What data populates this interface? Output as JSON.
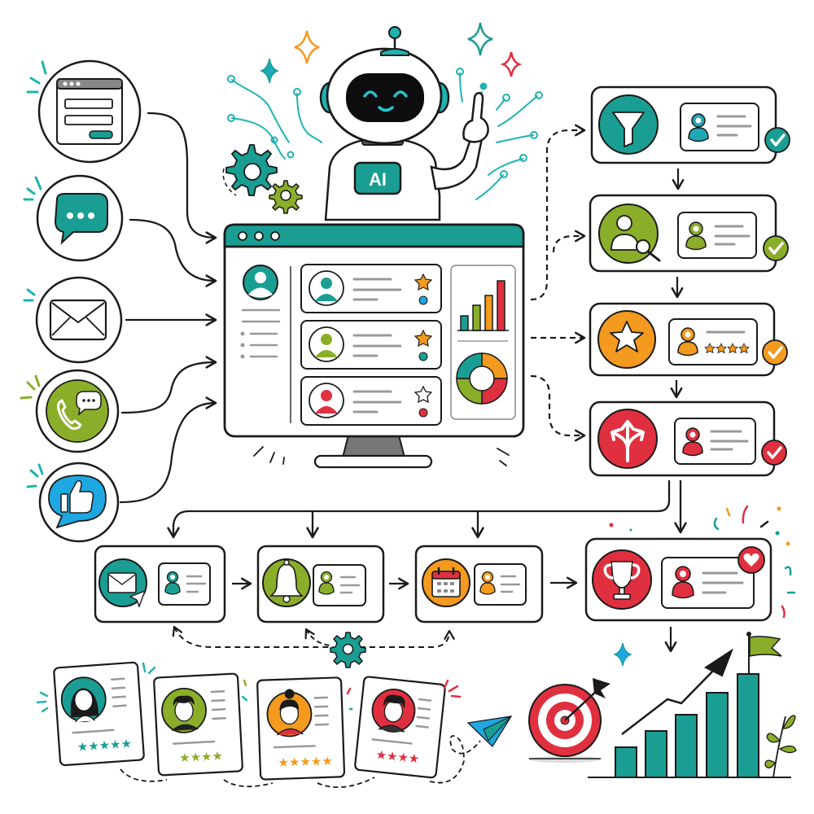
{
  "colors": {
    "teal": "#1a9e93",
    "green": "#8aae2a",
    "orange": "#f39a1f",
    "red": "#e0303f",
    "blue": "#1ea7e0",
    "ink": "#1a1a1a",
    "gray": "#9a9a9a"
  },
  "robot": {
    "badge_text": "AI",
    "icon": "robot-icon"
  },
  "lead_sources": [
    {
      "name": "web-form",
      "icon": "web-form-icon"
    },
    {
      "name": "live-chat",
      "icon": "chat-bubble-icon"
    },
    {
      "name": "email",
      "icon": "envelope-icon"
    },
    {
      "name": "phone-call",
      "icon": "phone-chat-icon"
    },
    {
      "name": "social-media",
      "icon": "thumbs-up-icon"
    }
  ],
  "dashboard": {
    "window_dots": 3,
    "lead_rows": [
      {
        "avatar_color": "teal",
        "star": "filled",
        "status_dot": "blue"
      },
      {
        "avatar_color": "green",
        "star": "filled",
        "status_dot": "teal"
      },
      {
        "avatar_color": "red",
        "star": "empty",
        "status_dot": "red"
      }
    ],
    "bar_chart": [
      {
        "color": "teal",
        "value": 1
      },
      {
        "color": "green",
        "value": 2
      },
      {
        "color": "orange",
        "value": 3
      },
      {
        "color": "red",
        "value": 4
      }
    ],
    "donut_segments": [
      "teal",
      "orange",
      "red",
      "green"
    ]
  },
  "pipeline_steps": [
    {
      "step": "filter",
      "icon": "funnel-icon",
      "color": "teal",
      "status": "check"
    },
    {
      "step": "research",
      "icon": "person-search-icon",
      "color": "green",
      "status": "check"
    },
    {
      "step": "score",
      "icon": "star-icon",
      "color": "orange",
      "status": "check",
      "rating": 4
    },
    {
      "step": "route",
      "icon": "split-arrows-icon",
      "color": "red",
      "status": "check"
    }
  ],
  "nurture_steps": [
    {
      "step": "email-outreach",
      "icon": "envelope-send-icon",
      "color": "teal"
    },
    {
      "step": "notification",
      "icon": "bell-icon",
      "color": "green"
    },
    {
      "step": "schedule-meeting",
      "icon": "calendar-icon",
      "color": "orange"
    },
    {
      "step": "win",
      "icon": "trophy-icon",
      "color": "red",
      "badge": "heart-icon"
    }
  ],
  "automation_icon": "gear-icon",
  "customer_cards": [
    {
      "avatar_color": "teal",
      "stars": 5,
      "person": "woman-long-hair"
    },
    {
      "avatar_color": "green",
      "stars": 4,
      "person": "man-short-hair"
    },
    {
      "avatar_color": "orange",
      "stars": 5,
      "person": "woman-bun"
    },
    {
      "avatar_color": "red",
      "stars": 4,
      "person": "man-dark-hair"
    }
  ],
  "results": {
    "target_icon": "target-arrow-icon",
    "growth_bars": [
      1,
      2,
      3,
      4,
      5
    ],
    "flag_icon": "flag-icon",
    "plant_icon": "sprout-icon",
    "send_icon": "paper-plane-icon"
  }
}
